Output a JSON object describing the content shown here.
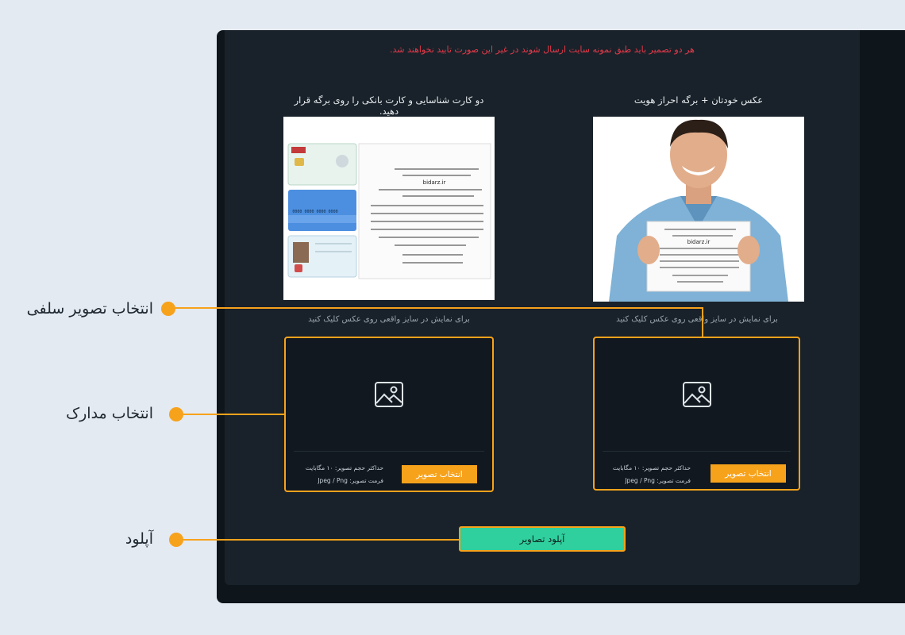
{
  "notice": "هر دو تصمیر باید طبق نمونه سایت ارسال شوند در غیر این صورت تایید نخواهند شد.",
  "columns": [
    {
      "title": "عکس خودتان + برگه احراز هویت",
      "hint": "برای نمایش در سایز واقعی روی عکس کلیک کنید",
      "button": "انتخاب تصویر",
      "spec_size": "حداکثر حجم تصویر: ۱۰ مگابایت",
      "spec_format": "فرمت تصویر: Jpeg / Png"
    },
    {
      "title": "دو کارت شناسایی و کارت بانکی را روی برگه قرار دهید.",
      "hint": "برای نمایش در سایز واقعی روی عکس کلیک کنید",
      "button": "انتخاب تصویر",
      "spec_size": "حداکثر حجم تصویر: ۱۰ مگابایت",
      "spec_format": "فرمت تصویر: Jpeg / Png"
    }
  ],
  "submit_label": "آپلود تصاویر",
  "callouts": {
    "selfie": "انتخاب تصویر سلفی",
    "documents": "انتخاب مدارک",
    "upload": "آپلود"
  },
  "sample_doc": {
    "site": "bidarz.ir",
    "card_number": "0000 0000 0000 0000"
  },
  "colors": {
    "accent": "#f7a21b",
    "submit": "#2fcf9e",
    "notice": "#e5394a",
    "panel": "#19222a"
  }
}
